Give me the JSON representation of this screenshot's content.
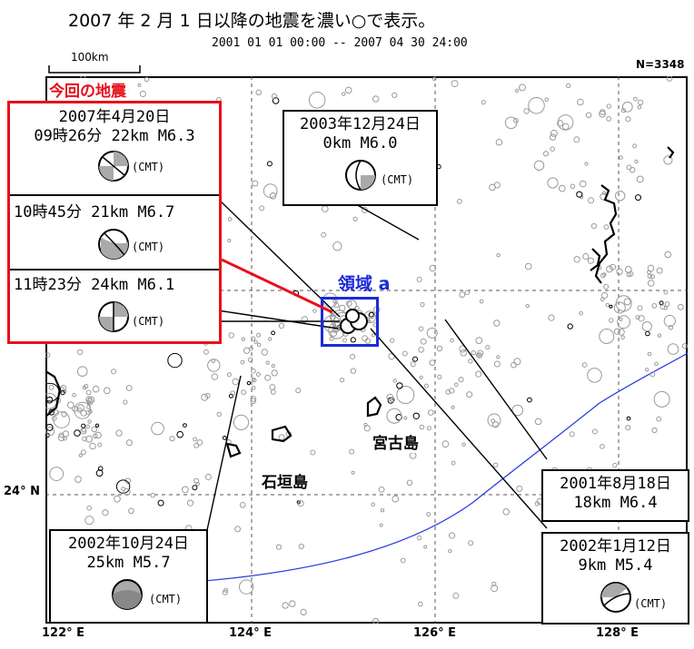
{
  "header": {
    "title": "2007 年 2 月 1 日以降の地震を濃い○で表示。",
    "subtitle": "2001 01 01 00:00 -- 2007 04 30 24:00",
    "count": "N=3348",
    "scale": "100km"
  },
  "axes": {
    "x_ticks": [
      "122° E",
      "124° E",
      "126° E",
      "128° E"
    ],
    "y_ticks": [
      "24° N"
    ]
  },
  "colors": {
    "red": "#e8101a",
    "blue": "#1a2bd8",
    "gray": "#9a9a9a",
    "trench": "#2a3fe0"
  },
  "current": {
    "heading": "今回の地震",
    "events": [
      {
        "line1": "2007年4月20日",
        "line2": "09時26分 22km  M6.3",
        "cmt": "(CMT)"
      },
      {
        "line1": "",
        "line2": "10時45分 21km  M6.7",
        "cmt": "(CMT)"
      },
      {
        "line1": "",
        "line2": "11時23分 24km  M6.1",
        "cmt": "(CMT)"
      }
    ]
  },
  "region": {
    "label": "領域 a"
  },
  "islands": {
    "miyako": "宮古島",
    "ishigaki": "石垣島"
  },
  "past_events": [
    {
      "date": "2003年12月24日",
      "detail": "0km  M6.0",
      "cmt": "(CMT)"
    },
    {
      "date": "2001年8月18日",
      "detail": "18km  M6.4",
      "cmt": ""
    },
    {
      "date": "2002年1月12日",
      "detail": "9km  M5.4",
      "cmt": "(CMT)"
    },
    {
      "date": "2002年10月24日",
      "detail": "25km  M5.7",
      "cmt": "(CMT)"
    }
  ]
}
